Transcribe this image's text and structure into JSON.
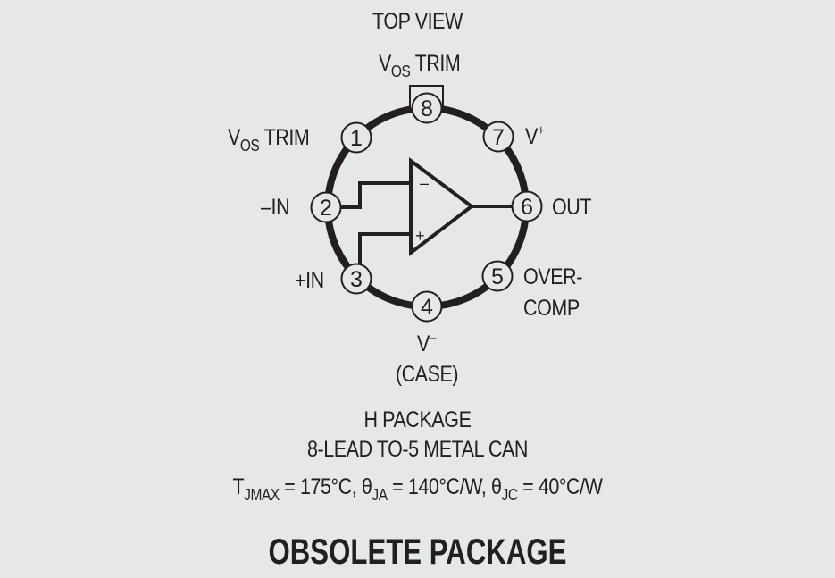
{
  "diagram": {
    "view_label": "TOP VIEW",
    "colors": {
      "background": "#e6e7e8",
      "ink": "#231f20"
    },
    "pins": [
      {
        "number": "1",
        "label_main": "V",
        "label_sub": "OS",
        "label_rest": " TRIM"
      },
      {
        "number": "2",
        "label": "–IN"
      },
      {
        "number": "3",
        "label": "+IN"
      },
      {
        "number": "4",
        "label_main": "V",
        "label_sup": "–",
        "label_line2": "(CASE)"
      },
      {
        "number": "5",
        "label_line1": "OVER-",
        "label_line2": "COMP"
      },
      {
        "number": "6",
        "label": "OUT"
      },
      {
        "number": "7",
        "label_main": "V",
        "label_sup": "+"
      },
      {
        "number": "8",
        "label_main": "V",
        "label_sub": "OS",
        "label_rest": " TRIM"
      }
    ],
    "opamp": {
      "inverting_symbol": "–",
      "noninverting_symbol": "+"
    }
  },
  "package": {
    "name": "H PACKAGE",
    "description": "8-LEAD TO-5 METAL CAN",
    "thermal": {
      "t_label": "T",
      "t_sub": "JMAX",
      "t_value": " = 175°C, ",
      "ja_label": "θ",
      "ja_sub": "JA",
      "ja_value": " = 140°C/W, ",
      "jc_label": "θ",
      "jc_sub": "JC",
      "jc_value": " = 40°C/W"
    },
    "status": "OBSOLETE PACKAGE"
  }
}
